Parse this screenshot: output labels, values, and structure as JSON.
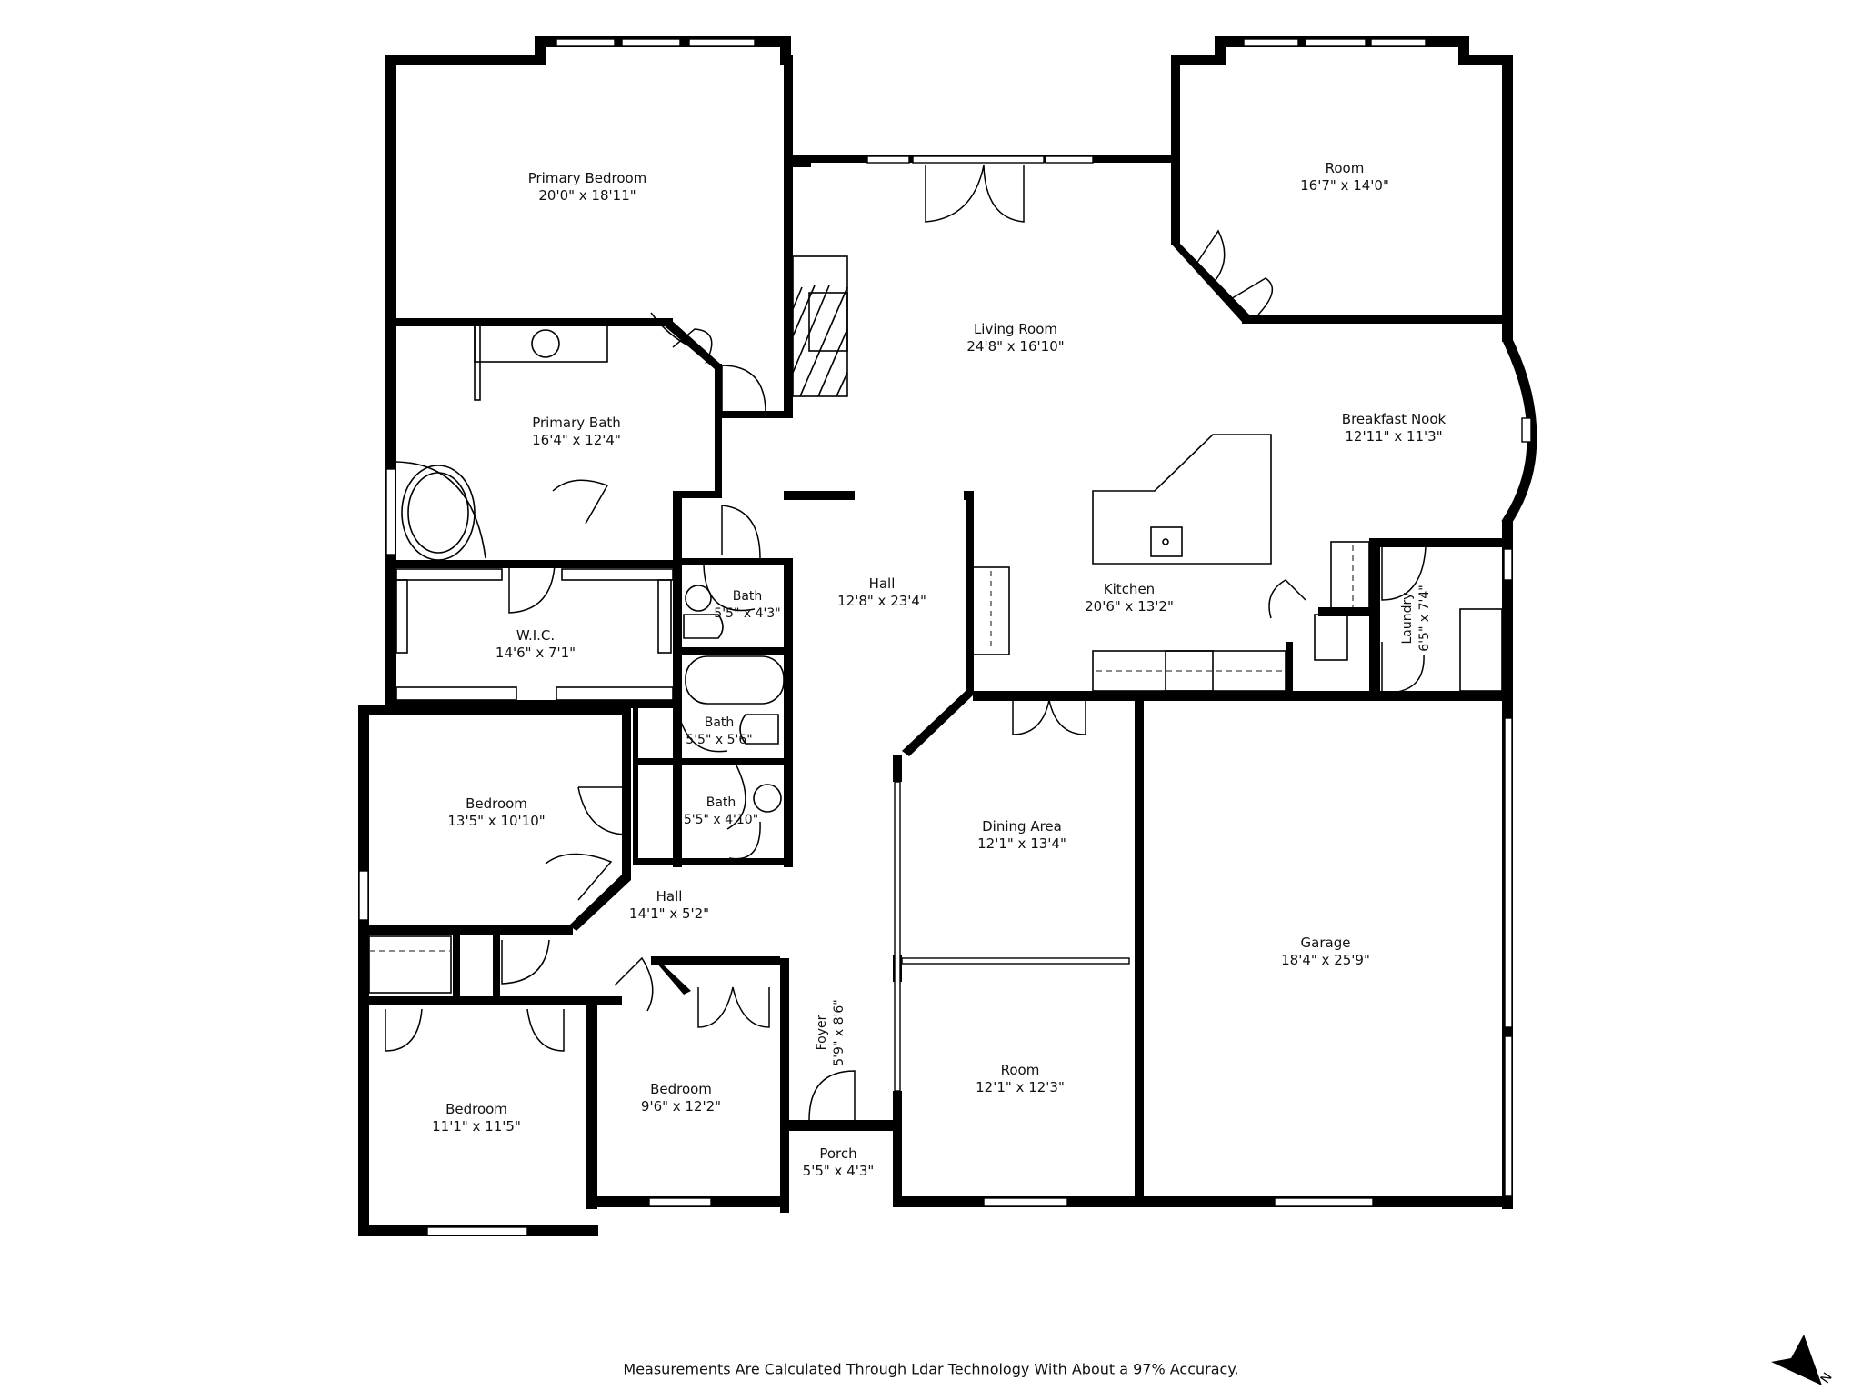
{
  "plan": {
    "background": "#ffffff",
    "wall_color": "#000000"
  },
  "rooms": [
    {
      "name": "Primary Bedroom",
      "dims": "20'0\" x 18'11\""
    },
    {
      "name": "Living Room",
      "dims": "24'8\" x 16'10\""
    },
    {
      "name": "Room",
      "dims": "16'7\" x 14'0\""
    },
    {
      "name": "Primary Bath",
      "dims": "16'4\" x 12'4\""
    },
    {
      "name": "Breakfast Nook",
      "dims": "12'11\" x 11'3\""
    },
    {
      "name": "Hall",
      "dims": "12'8\" x 23'4\""
    },
    {
      "name": "Kitchen",
      "dims": "20'6\" x 13'2\""
    },
    {
      "name": "Bath",
      "dims": "5'5\" x 4'3\""
    },
    {
      "name": "W.I.C.",
      "dims": "14'6\" x 7'1\""
    },
    {
      "name": "Laundry",
      "dims": "6'5\" x 7'4\""
    },
    {
      "name": "Bath",
      "dims": "5'5\" x 5'6\""
    },
    {
      "name": "Bedroom",
      "dims": "13'5\" x 10'10\""
    },
    {
      "name": "Bath",
      "dims": "5'5\" x 4'10\""
    },
    {
      "name": "Dining Area",
      "dims": "12'1\" x 13'4\""
    },
    {
      "name": "Hall",
      "dims": "14'1\" x 5'2\""
    },
    {
      "name": "Garage",
      "dims": "18'4\" x 25'9\""
    },
    {
      "name": "Foyer",
      "dims": "5'9\" x 8'6\""
    },
    {
      "name": "Bedroom",
      "dims": "11'1\" x 11'5\""
    },
    {
      "name": "Bedroom",
      "dims": "9'6\" x 12'2\""
    },
    {
      "name": "Room",
      "dims": "12'1\" x 12'3\""
    },
    {
      "name": "Porch",
      "dims": "5'5\" x 4'3\""
    }
  ],
  "footer": {
    "note": "Measurements Are Calculated Through Ldar Technology With About a 97% Accuracy."
  },
  "compass": {
    "icon": "north-arrow-icon",
    "label": "N"
  }
}
